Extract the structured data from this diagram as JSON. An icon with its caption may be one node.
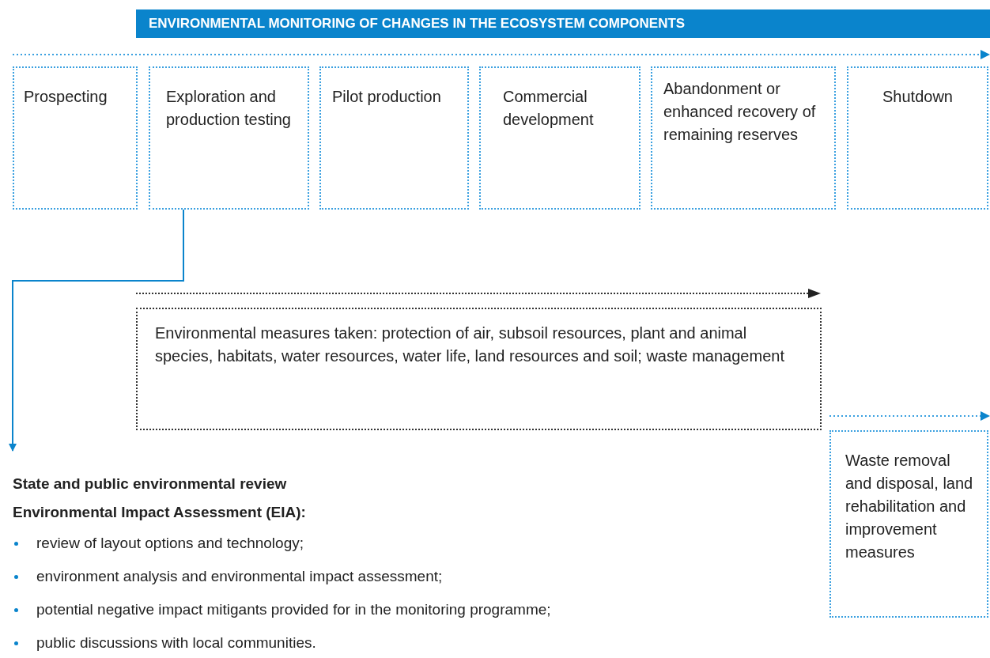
{
  "diagram": {
    "title": "ENVIRONMENTAL MONITORING OF CHANGES IN THE ECOSYSTEM COMPONENTS",
    "nodes": [
      {
        "text": [
          "Prospecting"
        ]
      },
      {
        "text": [
          "Exploration and production testing"
        ]
      },
      {
        "text": [
          "Pilot production"
        ]
      },
      {
        "text": [
          "Commercial development"
        ]
      },
      {
        "text": [
          "Abandonment or enhanced recovery of remaining reserves"
        ]
      },
      {
        "text": [
          "Shutdown"
        ]
      },
      {
        "text": [
          "Environmental measures taken: protection of air, subsoil resources, plant and animal species, habitats, water resources, water life, land resources and soil; waste management"
        ]
      },
      {
        "text": [
          "State and public environmental review",
          "Environmental Impact Assessment (EIA):",
          "review of layout options and technology;",
          "environment analysis and environmental impact assessment;",
          "potential negative impact mitigants provided for in the monitoring programme;",
          "public discussions with local communities."
        ]
      },
      {
        "text": [
          "Waste removal and disposal, land rehabilitation and improvement measures"
        ]
      }
    ],
    "edges": [
      {
        "from": 1,
        "to": 7,
        "arrow": "to"
      }
    ]
  }
}
